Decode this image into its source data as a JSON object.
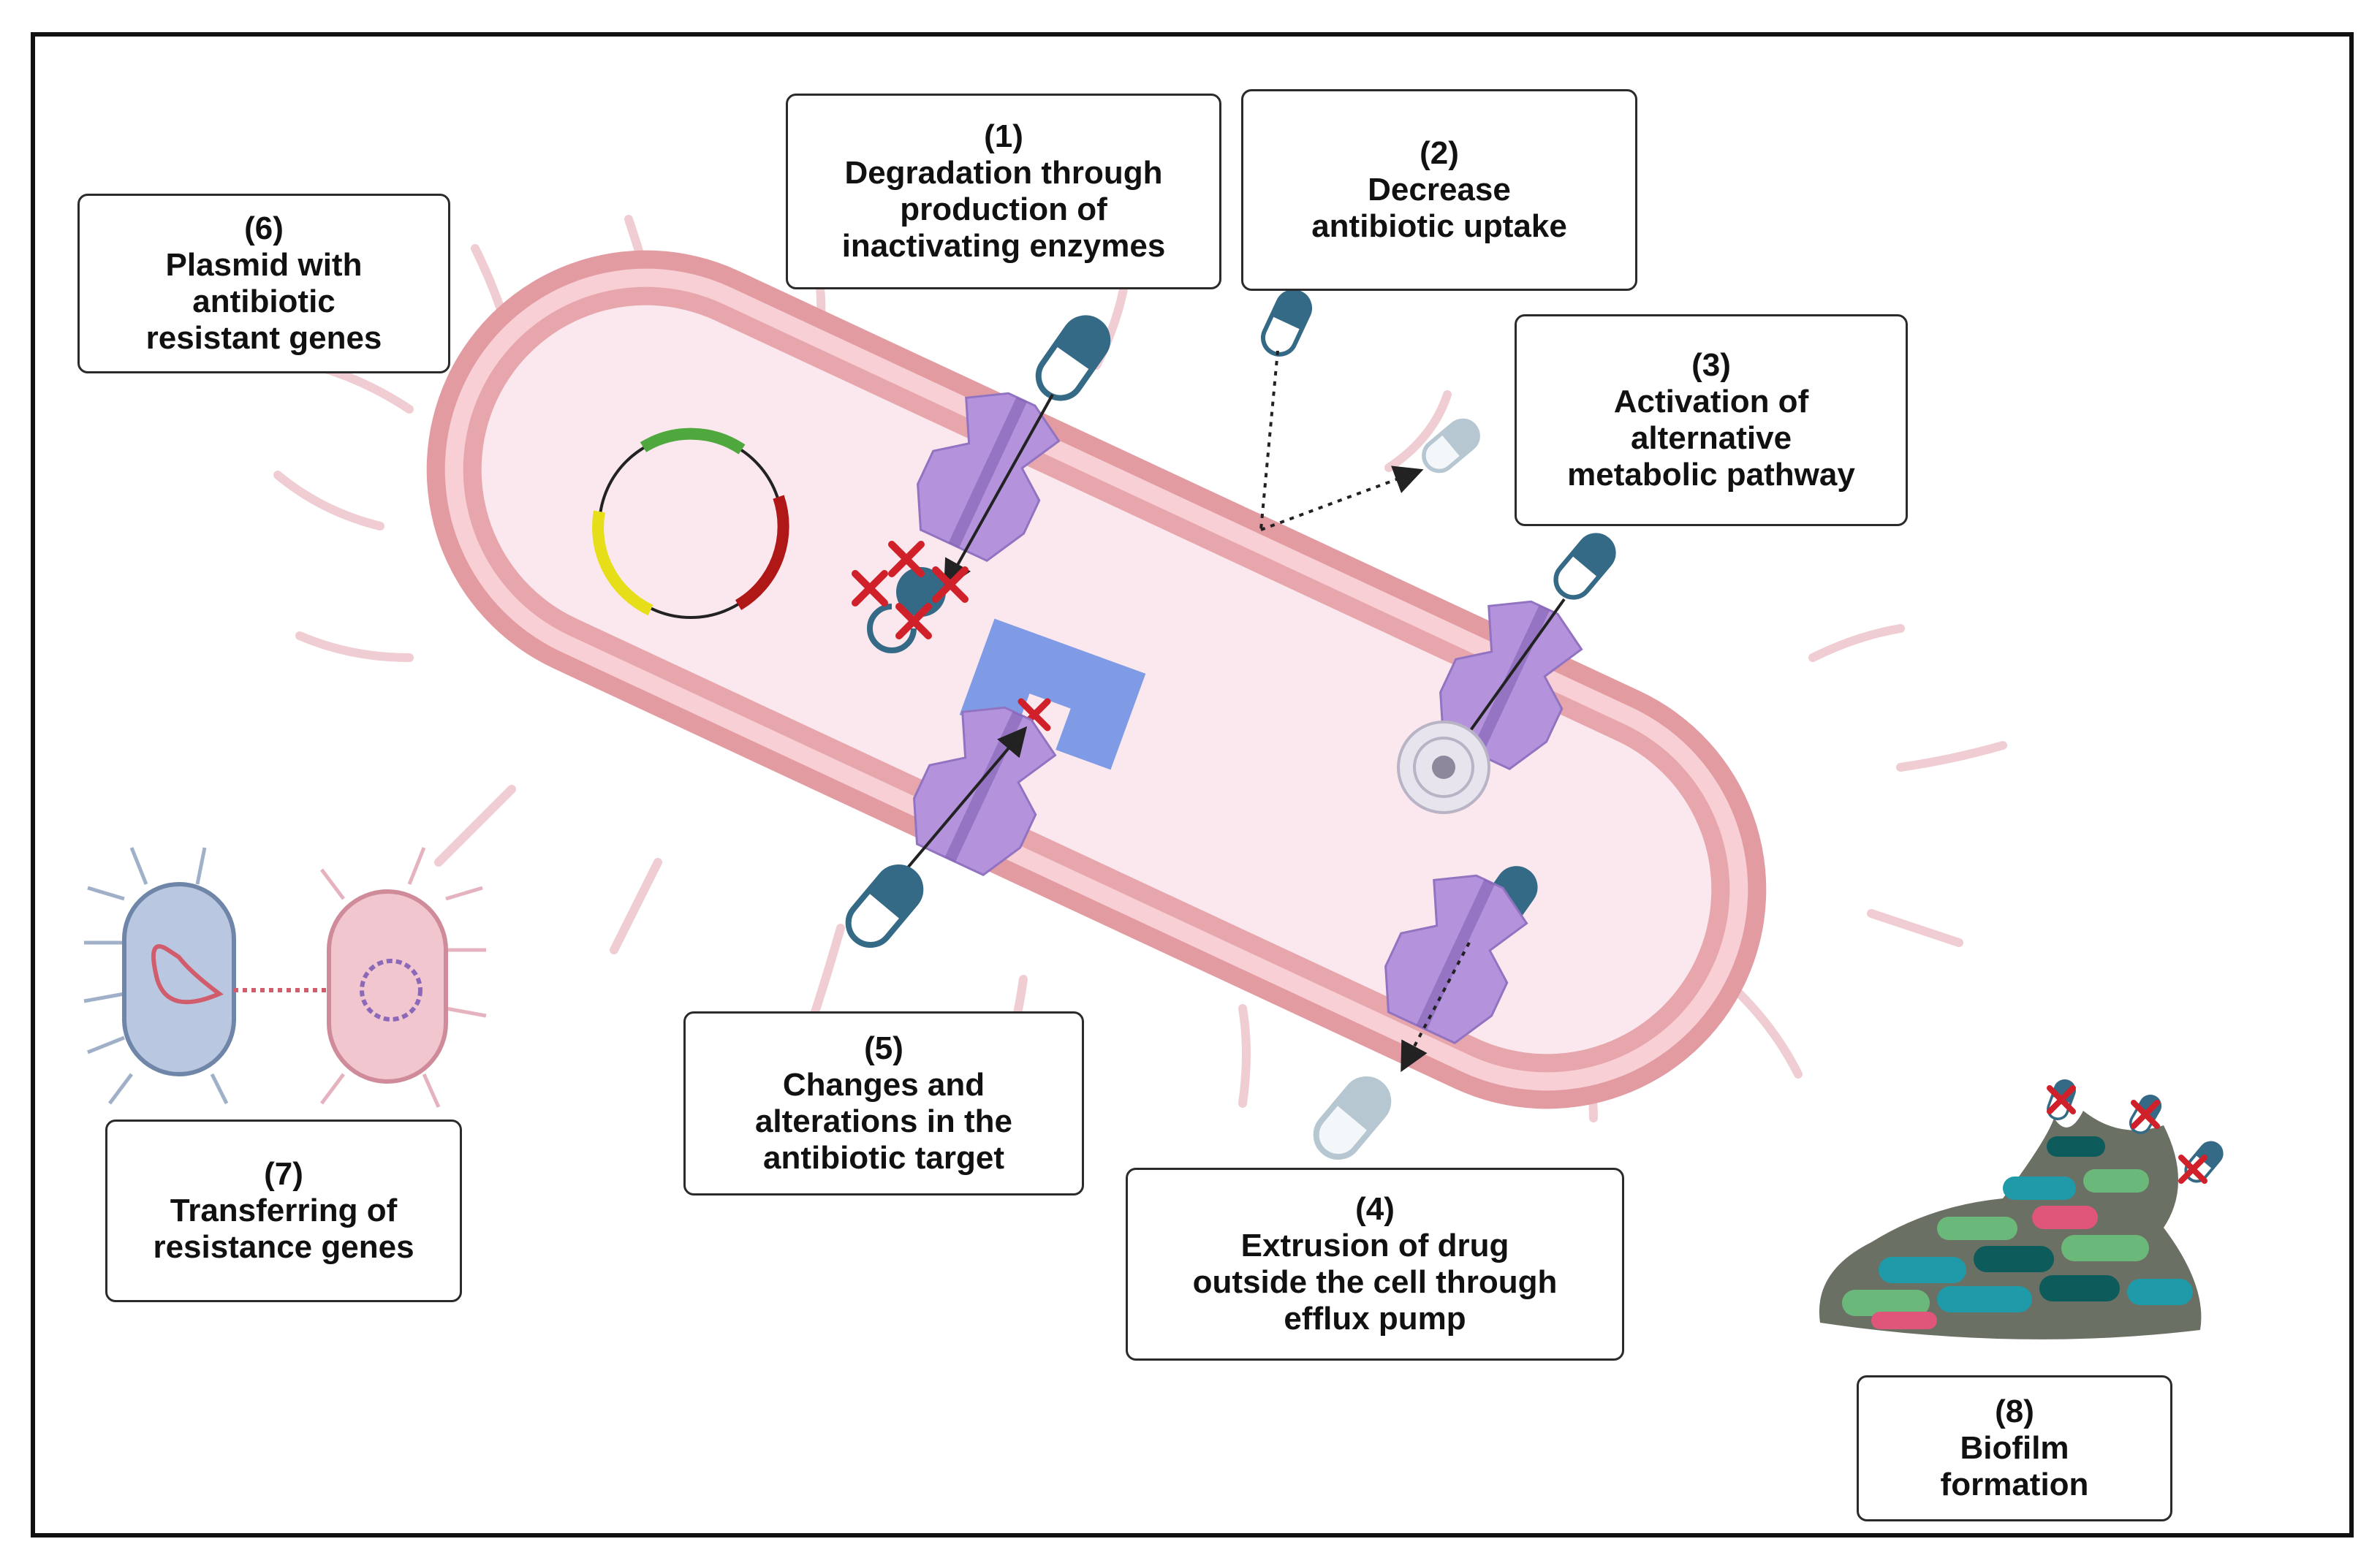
{
  "colors": {
    "frame": "#111111",
    "cell_wall": "#d9848a",
    "cytoplasm": "#fbe8ee",
    "porin": "#b493dc",
    "capsule": "#356a86",
    "target": "#7f9be6",
    "inhibit_x": "#d0202a",
    "blue_cell": "#b9c8e0",
    "pink_cell": "#f2c6cf"
  },
  "icons": [
    "antibiotic-capsule-icon",
    "porin-channel-icon",
    "plasmid-icon",
    "inhibit-x-icon",
    "target-site-icon",
    "alternative-pathway-icon",
    "biofilm-icon",
    "conjugating-bacteria-icon"
  ],
  "mechanisms": {
    "m1": {
      "number": "(1)",
      "text": "Degradation through\nproduction of\ninactivating enzymes"
    },
    "m2": {
      "number": "(2)",
      "text": "Decrease\nantibiotic uptake"
    },
    "m3": {
      "number": "(3)",
      "text": "Activation of\nalternative\nmetabolic pathway"
    },
    "m4": {
      "number": "(4)",
      "text": "Extrusion of drug\noutside the cell through\nefflux pump"
    },
    "m5": {
      "number": "(5)",
      "text": "Changes and\nalterations in the\nantibiotic target"
    },
    "m6": {
      "number": "(6)",
      "text": "Plasmid with\nantibiotic\nresistant genes"
    },
    "m7": {
      "number": "(7)",
      "text": "Transferring of\nresistance genes"
    },
    "m8": {
      "number": "(8)",
      "text": "Biofilm\nformation"
    }
  }
}
